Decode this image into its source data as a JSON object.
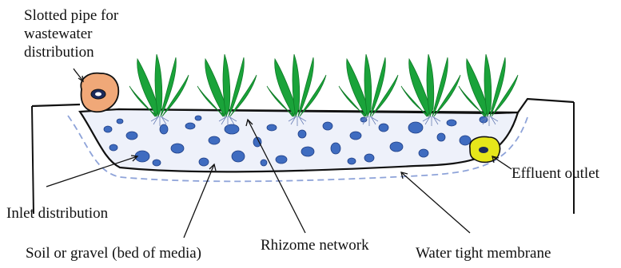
{
  "labels": {
    "slotted_pipe": [
      "Slotted pipe for",
      "wastewater",
      "distribution"
    ],
    "effluent_outlet": "Effluent outlet",
    "inlet_distribution": "Inlet distribution",
    "soil_gravel": "Soil or gravel (bed of media)",
    "rhizome_network": "Rhizome network",
    "water_tight_membrane": "Water tight membrane"
  },
  "colors": {
    "plant": "#1aa33a",
    "plant_dark": "#0d7a25",
    "gravel": "#3f6cc0",
    "gravel_bed": "#e9edf8",
    "membrane": "#8ea3d9",
    "pipe": "#f0a878",
    "pipe_core": "#1b2a5a",
    "outlet": "#e6e61a",
    "outline": "#111111"
  }
}
